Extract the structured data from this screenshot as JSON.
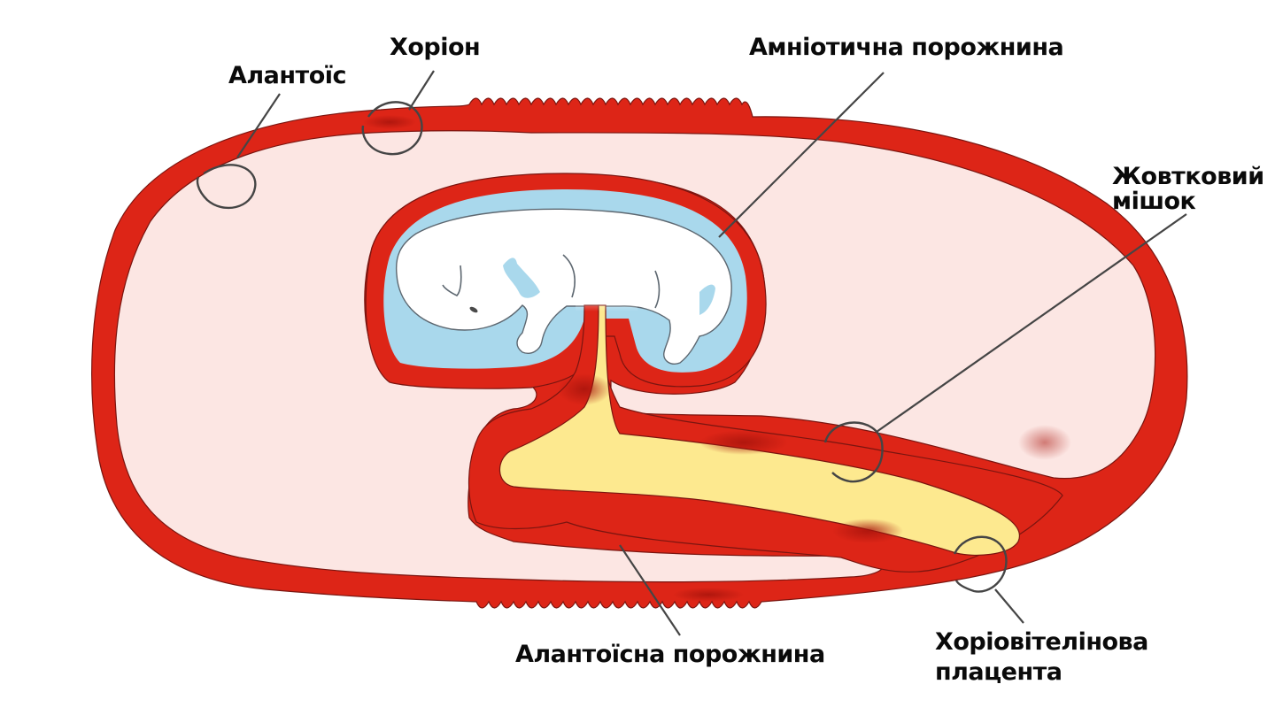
{
  "diagram": {
    "title": "",
    "subject": "embryo with extraembryonic membranes",
    "colors": {
      "membrane_red": "#dd2517",
      "allantoic_cavity_pink": "#fce6e3",
      "amniotic_fluid_blue": "#a9d8ec",
      "yolk_yellow": "#fde98f",
      "leader_line_gray": "#454545",
      "label_text": "#0a0a0a"
    },
    "labels": [
      {
        "id": "allantois",
        "lines": [
          "Алантоїс"
        ]
      },
      {
        "id": "chorion",
        "lines": [
          "Хоріон"
        ]
      },
      {
        "id": "amniotic-cavity",
        "lines": [
          "Амніотична порожнина"
        ]
      },
      {
        "id": "yolk-sac",
        "lines": [
          "Жовтковий",
          "мішок"
        ]
      },
      {
        "id": "allantoic-cavity",
        "lines": [
          "Алантоїсна порожнина"
        ]
      },
      {
        "id": "choriovitelline-placenta",
        "lines": [
          "Хоріовітелінова",
          "плацента"
        ]
      }
    ]
  }
}
